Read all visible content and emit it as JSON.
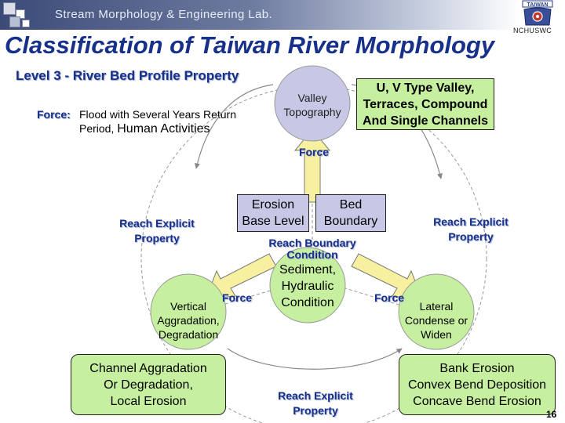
{
  "header": {
    "lab_name": "Stream Morphology & Engineering Lab.",
    "logo_caption": "NCHUSWC"
  },
  "title": "Classification of Taiwan River Morphology",
  "subtitle": "Level 3 - River Bed Profile Property",
  "force_description": {
    "label": "Force:",
    "line_a": "Flood with Several Years Return Period, ",
    "line_b": "Human Activities"
  },
  "nodes": {
    "top_circle": {
      "line1": "Valley",
      "line2": "Topography"
    },
    "top_box": {
      "line1": "U, V Type Valley,",
      "line2": "Terraces, Compound",
      "line3": "And Single Channels"
    },
    "left_circle": {
      "line1": "Vertical",
      "line2": "Aggradation,",
      "line3": "Degradation"
    },
    "left_box": {
      "line1": "Channel Aggradation",
      "line2": "Or Degradation,",
      "line3": "Local Erosion"
    },
    "right_circle": {
      "line1": "Lateral",
      "line2": "Condense or",
      "line3": "Widen"
    },
    "right_box": {
      "line1": "Bank Erosion",
      "line2": "Convex Bend Deposition",
      "line3": "Concave Bend Erosion"
    },
    "center_left_box": {
      "line1": "Erosion",
      "line2": "Base Level"
    },
    "center_right_box": {
      "line1": "Bed",
      "line2": "Boundary"
    },
    "center_circle": {
      "line1": "Sediment,",
      "line2": "Hydraulic",
      "line3": "Condition"
    }
  },
  "labels": {
    "force": "Force",
    "reach_explicit_property": [
      "Reach Explicit",
      "Property"
    ],
    "reach_boundary": "Reach Boundary",
    "condition": "Condition"
  },
  "colors": {
    "title_blue": "#17308a",
    "green_fill": "#c6f0a0",
    "lavender_fill": "#c7c8e6",
    "arrow_yellow": "#f7f0a0"
  },
  "page_number": "16"
}
